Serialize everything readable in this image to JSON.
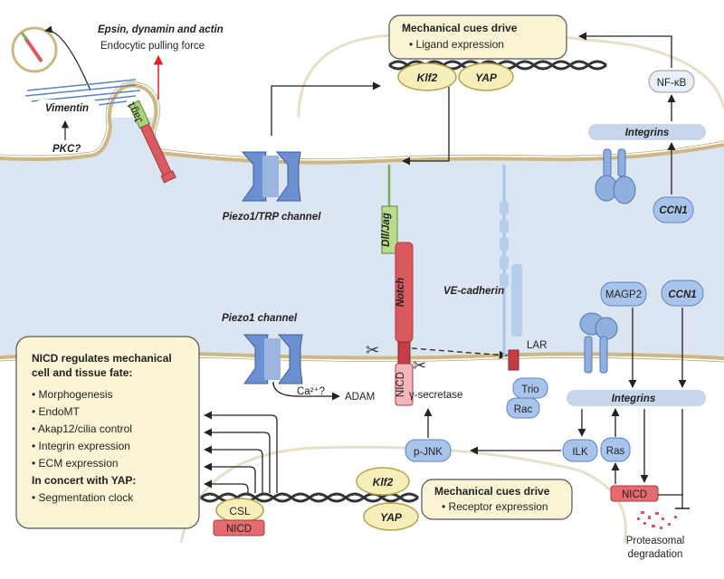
{
  "top_left": {
    "title": "Epsin, dynamin and actin",
    "subtitle": "Endocytic pulling force",
    "vimentin": "Vimentin",
    "pkc": "PKC?",
    "jag1": "Jag1"
  },
  "top_box": {
    "title": "Mechanical cues drive",
    "bullet": "• Ligand expression"
  },
  "genes_top": {
    "klf2": "Klf2",
    "yap": "YAP"
  },
  "nfkb": "NF-κB",
  "integrins_top": "Integrins",
  "ccn1_top": "CCN1",
  "piezo_trp": "Piezo1/TRP channel",
  "dll_jag": "Dll/Jag",
  "notch": "Notch",
  "ve_cadherin": "VE-cadherin",
  "piezo1": "Piezo1 channel",
  "ca": "Ca²⁺?",
  "adam": "ADAM",
  "nicd": "NICD",
  "gamma_secretase": "γ-secretase",
  "lar": "LAR",
  "trio": "Trio",
  "rac": "Rac",
  "magp2": "MAGP2",
  "ccn1_bottom": "CCN1",
  "integrins_bottom": "Integrins",
  "ilk": "ILK",
  "ras": "Ras",
  "pjnk": "p-JNK",
  "nicd_right": "NICD",
  "proteasomal": [
    "Proteasomal",
    "degradation"
  ],
  "left_box": {
    "title_lines": [
      "NICD regulates mechanical",
      "cell and tissue fate:"
    ],
    "bullets": [
      "• Morphogenesis",
      "• EndoMT",
      "• Akap12/cilia control",
      "• Integrin expression",
      "• ECM expression"
    ],
    "subtitle": "In concert with YAP:",
    "sub_bullets": [
      "• Segmentation clock"
    ]
  },
  "csl": "CSL",
  "nicd_dna": "NICD",
  "genes_bottom": {
    "klf2": "Klf2",
    "yap": "YAP"
  },
  "bottom_box": {
    "title": "Mechanical cues drive",
    "bullet": "• Receptor expression"
  },
  "colors": {
    "cell_fill": "#dde7f3",
    "membrane": "#cdb783",
    "box_fill": "#fbf5d6",
    "protein_blue": "#a9c4ea",
    "notch_red": "#d9595f",
    "green": "#79b04a"
  }
}
